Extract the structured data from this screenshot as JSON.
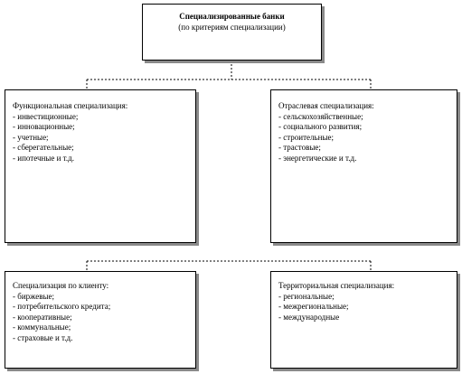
{
  "top": {
    "title": "Специализированные банки",
    "subtitle": "(по критериям специализации)"
  },
  "boxes": [
    {
      "title": "Функциональная специализация:",
      "items": [
        "инвестиционные;",
        "инновационные;",
        "учетные;",
        "сберегательные;",
        "ипотечные и т.д."
      ]
    },
    {
      "title": "Отраслевая специализация:",
      "items": [
        "сельскохозяйственные;",
        "социального развития;",
        "строительные;",
        "трастовые;",
        "энергетические и т.д."
      ]
    },
    {
      "title": "Специализация по клиенту:",
      "items": [
        "биржевые;",
        "потребительского кредита;",
        "кооперативные;",
        "коммунальные;",
        "страховые и т.д."
      ]
    },
    {
      "title": "Территориальная специализация:",
      "items": [
        "региональные;",
        "межрегиональные;",
        "международные"
      ]
    }
  ]
}
